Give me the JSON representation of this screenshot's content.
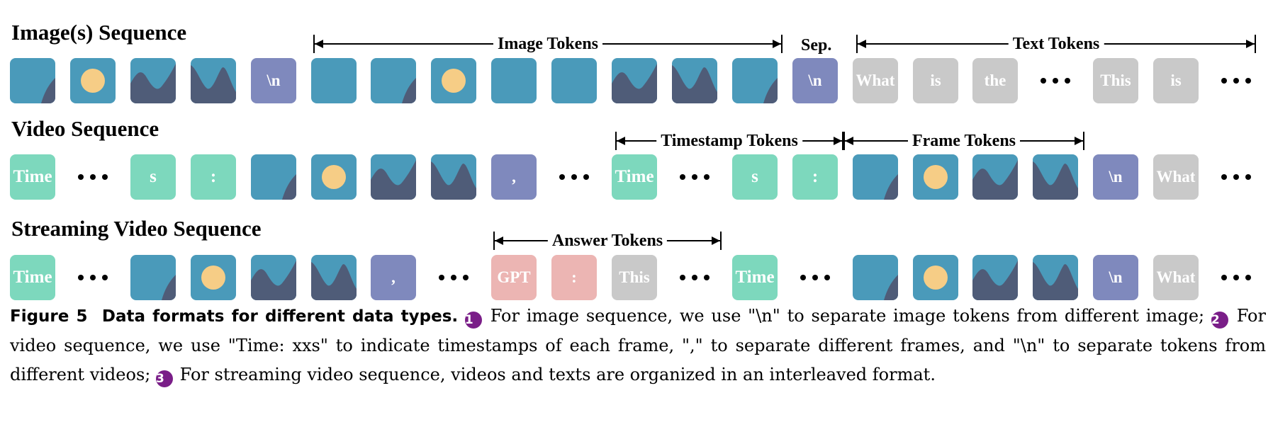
{
  "colors": {
    "image_tile": "#4a9aba",
    "mountain": "#4f5c78",
    "sun": "#f6cd86",
    "separator_tile": "#7f89bd",
    "text_tile": "#c9c9c9",
    "time_tile": "#7dd8bd",
    "answer_tile": "#ecb5b3",
    "marker": "#7a1e88"
  },
  "rows": [
    {
      "title": "Image(s) Sequence",
      "tiles": [
        {
          "kind": "image-corner"
        },
        {
          "kind": "image-sun"
        },
        {
          "kind": "image-mountain"
        },
        {
          "kind": "image-peak"
        },
        {
          "kind": "separator",
          "label": "\\n"
        },
        {
          "kind": "image-plain"
        },
        {
          "kind": "image-corner"
        },
        {
          "kind": "image-sun"
        },
        {
          "kind": "image-plain"
        },
        {
          "kind": "image-plain"
        },
        {
          "kind": "image-mountain"
        },
        {
          "kind": "image-peak"
        },
        {
          "kind": "image-corner"
        },
        {
          "kind": "separator",
          "label": "\\n"
        },
        {
          "kind": "text",
          "label": "What"
        },
        {
          "kind": "text",
          "label": "is"
        },
        {
          "kind": "text",
          "label": "the"
        },
        {
          "kind": "ellipsis"
        },
        {
          "kind": "text",
          "label": "This"
        },
        {
          "kind": "text",
          "label": "is"
        },
        {
          "kind": "ellipsis"
        }
      ],
      "brackets": [
        {
          "label": "Image Tokens"
        },
        {
          "label": "Text Tokens"
        }
      ],
      "separator_label": "Sep."
    },
    {
      "title": "Video Sequence",
      "tiles": [
        {
          "kind": "time",
          "label": "Time"
        },
        {
          "kind": "ellipsis"
        },
        {
          "kind": "time",
          "label": "s"
        },
        {
          "kind": "time",
          "label": ":"
        },
        {
          "kind": "image-corner"
        },
        {
          "kind": "image-sun"
        },
        {
          "kind": "image-mountain"
        },
        {
          "kind": "image-peak"
        },
        {
          "kind": "separator",
          "label": ","
        },
        {
          "kind": "ellipsis"
        },
        {
          "kind": "time",
          "label": "Time"
        },
        {
          "kind": "ellipsis"
        },
        {
          "kind": "time",
          "label": "s"
        },
        {
          "kind": "time",
          "label": ":"
        },
        {
          "kind": "image-corner"
        },
        {
          "kind": "image-sun"
        },
        {
          "kind": "image-mountain"
        },
        {
          "kind": "image-peak"
        },
        {
          "kind": "separator",
          "label": "\\n"
        },
        {
          "kind": "text",
          "label": "What"
        },
        {
          "kind": "ellipsis"
        }
      ],
      "brackets": [
        {
          "label": "Timestamp Tokens"
        },
        {
          "label": "Frame Tokens"
        }
      ]
    },
    {
      "title": "Streaming Video Sequence",
      "tiles": [
        {
          "kind": "time",
          "label": "Time"
        },
        {
          "kind": "ellipsis"
        },
        {
          "kind": "image-corner"
        },
        {
          "kind": "image-sun"
        },
        {
          "kind": "image-mountain"
        },
        {
          "kind": "image-peak"
        },
        {
          "kind": "separator",
          "label": ","
        },
        {
          "kind": "ellipsis"
        },
        {
          "kind": "answer",
          "label": "GPT"
        },
        {
          "kind": "answer",
          "label": ":"
        },
        {
          "kind": "text",
          "label": "This"
        },
        {
          "kind": "ellipsis"
        },
        {
          "kind": "time",
          "label": "Time"
        },
        {
          "kind": "ellipsis"
        },
        {
          "kind": "image-corner"
        },
        {
          "kind": "image-sun"
        },
        {
          "kind": "image-mountain"
        },
        {
          "kind": "image-peak"
        },
        {
          "kind": "separator",
          "label": "\\n"
        },
        {
          "kind": "text",
          "label": "What"
        },
        {
          "kind": "ellipsis"
        }
      ],
      "brackets": [
        {
          "label": "Answer Tokens"
        }
      ]
    }
  ],
  "caption": {
    "figure_label": "Figure 5",
    "figure_title": "Data formats for different data types.",
    "markers": [
      "1",
      "2",
      "3"
    ],
    "part1": "For image sequence, we use \"\\n\" to separate image tokens from different image;",
    "part2": "For video sequence, we use \"Time: xxs\" to indicate timestamps of each frame, \",\" to separate different frames, and \"\\n\" to separate tokens from different videos;",
    "part3": "For streaming video sequence, videos and texts are organized in an interleaved format."
  }
}
